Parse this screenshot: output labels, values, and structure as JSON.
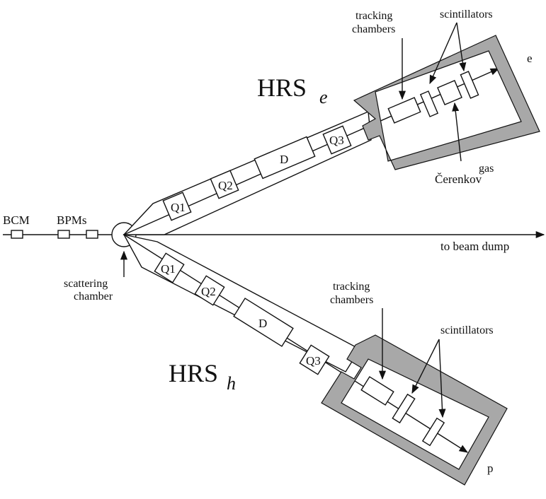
{
  "beamline": {
    "bcm": "BCM",
    "bpms": "BPMs",
    "beam_dump": "to beam dump",
    "scattering_chamber": [
      "scattering",
      "chamber"
    ]
  },
  "hrs_e": {
    "name": "HRS",
    "subscript": "e",
    "magnets": [
      "Q1",
      "Q2",
      "D",
      "Q3"
    ],
    "tracking": [
      "tracking",
      "chambers"
    ],
    "scintillators": "scintillators",
    "cerenkov": "Čerenkov",
    "cerenkov_sup": "gas",
    "particle": "e"
  },
  "hrs_h": {
    "name": "HRS",
    "subscript": "h",
    "magnets": [
      "Q1",
      "Q2",
      "D",
      "Q3"
    ],
    "tracking": [
      "tracking",
      "chambers"
    ],
    "scintillators": "scintillators",
    "particle": "p"
  }
}
